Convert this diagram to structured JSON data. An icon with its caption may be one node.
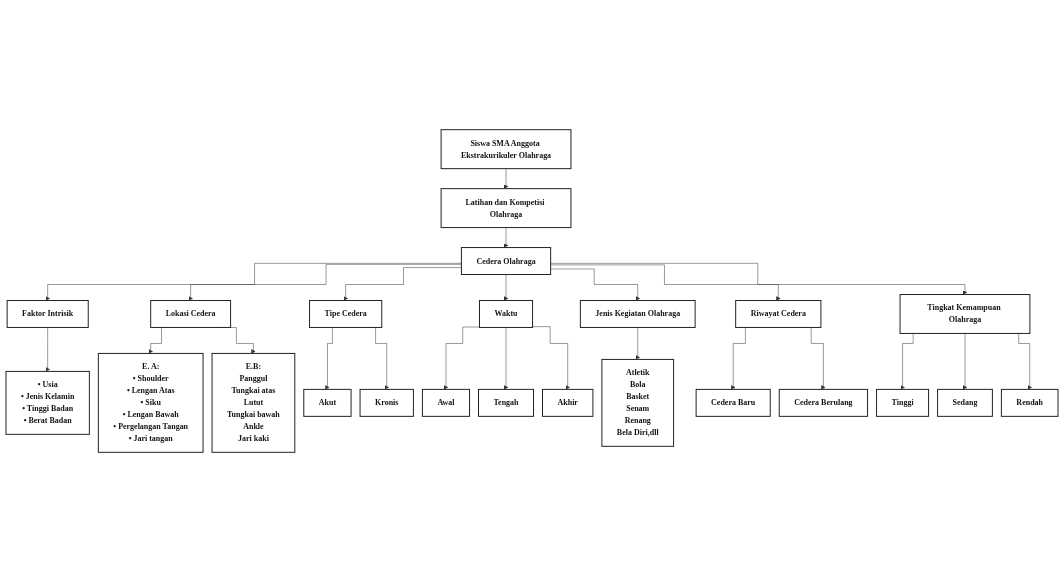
{
  "diagram": {
    "nodes": [
      {
        "text": [
          "Siswa SMA Anggota Ekstrakurikuler Olahraga"
        ]
      },
      {
        "text": [
          "Latihan dan Kompetisi Olahraga"
        ]
      },
      {
        "text": [
          "Cedera Olahraga"
        ]
      },
      {
        "text": [
          "Faktor Intrisik"
        ]
      },
      {
        "text": [
          "Lokasi Cedera"
        ]
      },
      {
        "text": [
          "Tipe Cedera"
        ]
      },
      {
        "text": [
          "Waktu"
        ]
      },
      {
        "text": [
          "Jenis Kegiatan Olahraga"
        ]
      },
      {
        "text": [
          "Riwayat Cedera"
        ]
      },
      {
        "text": [
          "Tingkat Kemampuan Olahraga"
        ]
      },
      {
        "text": [
          "• Usia",
          "• Jenis Kelamin",
          "• Tinggi Badan",
          "• Berat Badan"
        ]
      },
      {
        "text": [
          "Akut"
        ]
      },
      {
        "text": [
          "Kronis"
        ]
      },
      {
        "text": [
          "E. A:",
          "• Shoulder",
          "• Lengan Atas",
          "• Siku",
          "• Lengan Bawah",
          "• Pergelangan Tangan",
          "• Jari tangan"
        ]
      },
      {
        "text": [
          "E.B:",
          "Panggul",
          "Tungkai atas",
          "Lutut",
          "Tungkai bawah",
          "Ankle",
          "Jari kaki"
        ]
      },
      {
        "text": [
          "Awal"
        ]
      },
      {
        "text": [
          "Tengah"
        ]
      },
      {
        "text": [
          "Akhir"
        ]
      },
      {
        "text": [
          "Atletik",
          "Bola",
          "Basket",
          "Senam",
          "Renang",
          "Bela Diri,dll"
        ]
      },
      {
        "text": [
          "Cedera Baru"
        ]
      },
      {
        "text": [
          "Cedera Berulang"
        ]
      },
      {
        "text": [
          "Tinggi"
        ]
      },
      {
        "text": [
          "Sedang"
        ]
      },
      {
        "text": [
          "Rendah"
        ]
      }
    ],
    "edges": [
      {
        "from": 0,
        "to": 1,
        "arrow": "to"
      },
      {
        "from": 1,
        "to": 2,
        "arrow": "to"
      },
      {
        "from": 2,
        "to": 3,
        "arrow": "to"
      },
      {
        "from": 2,
        "to": 4,
        "arrow": "to"
      },
      {
        "from": 2,
        "to": 5,
        "arrow": "to"
      },
      {
        "from": 2,
        "to": 6,
        "arrow": "to"
      },
      {
        "from": 2,
        "to": 7,
        "arrow": "to"
      },
      {
        "from": 2,
        "to": 8,
        "arrow": "to"
      },
      {
        "from": 2,
        "to": 9,
        "arrow": "to"
      },
      {
        "from": 3,
        "to": 10,
        "arrow": "to"
      },
      {
        "from": 5,
        "to": 11,
        "arrow": "to"
      },
      {
        "from": 5,
        "to": 12,
        "arrow": "to"
      },
      {
        "from": 4,
        "to": 13,
        "arrow": "to"
      },
      {
        "from": 4,
        "to": 14,
        "arrow": "to"
      },
      {
        "from": 6,
        "to": 15,
        "arrow": "to"
      },
      {
        "from": 6,
        "to": 16,
        "arrow": "to"
      },
      {
        "from": 6,
        "to": 17,
        "arrow": "to"
      },
      {
        "from": 7,
        "to": 18,
        "arrow": "to"
      },
      {
        "from": 8,
        "to": 19,
        "arrow": "to"
      },
      {
        "from": 8,
        "to": 20,
        "arrow": "to"
      },
      {
        "from": 9,
        "to": 21,
        "arrow": "to"
      },
      {
        "from": 9,
        "to": 22,
        "arrow": "to"
      },
      {
        "from": 9,
        "to": 23,
        "arrow": "to"
      }
    ]
  }
}
